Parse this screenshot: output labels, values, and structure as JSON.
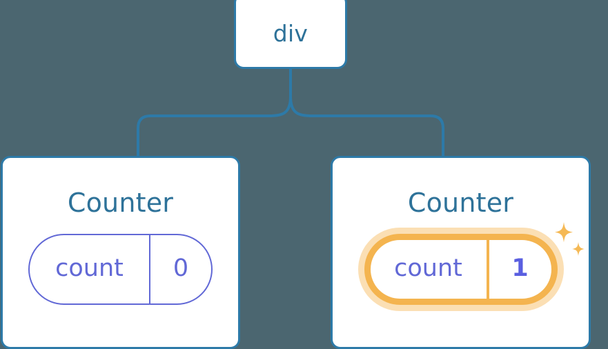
{
  "theme": {
    "background": "#4b6670",
    "card_background": "#ffffff",
    "card_border": "#2d7aa8",
    "connector": "#2d7aa8",
    "title_text": "#2e7299",
    "state_purple": "#6168d6",
    "highlight_orange": "#f4b44f",
    "highlight_glow": "#fbdfb4",
    "sparkle": "#f5b955"
  },
  "tree": {
    "root": {
      "label": "div"
    },
    "children": [
      {
        "title": "Counter",
        "state": {
          "key": "count",
          "value": "0",
          "highlighted": false
        }
      },
      {
        "title": "Counter",
        "state": {
          "key": "count",
          "value": "1",
          "highlighted": true
        },
        "decoration": "sparkles-icon"
      }
    ]
  },
  "icons": {
    "sparkle_large": "sparkle-icon",
    "sparkle_small": "sparkle-small-icon"
  }
}
